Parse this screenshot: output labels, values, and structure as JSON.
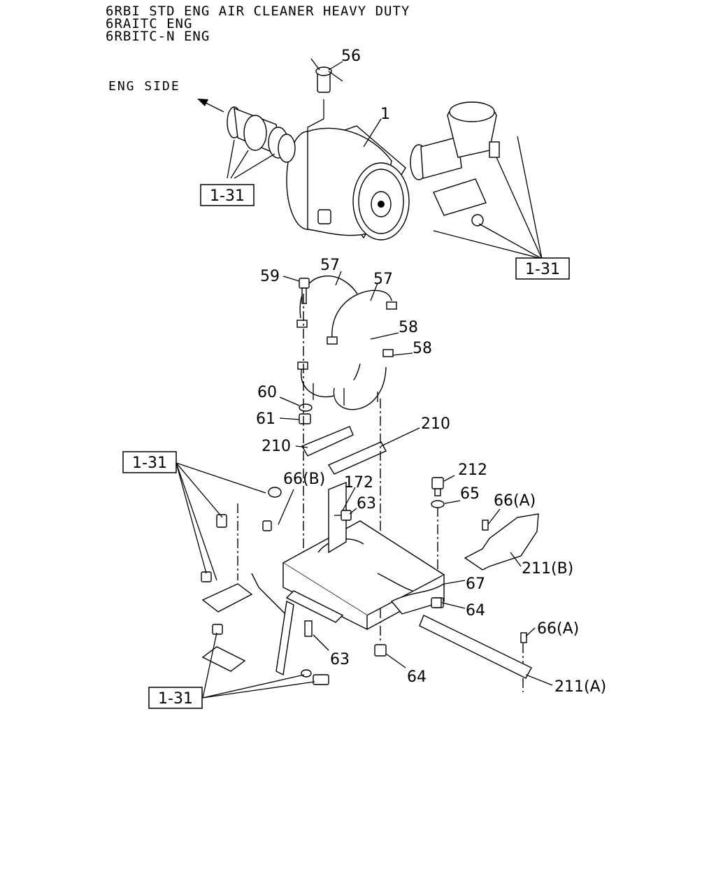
{
  "header": {
    "line1": "6RBI STD ENG AIR CLEANER HEAVY DUTY",
    "line2": "6RAITC ENG",
    "line3": "6RBITC-N ENG"
  },
  "direction_label": "ENG SIDE",
  "ref_boxes": [
    "1-31",
    "1-31",
    "1-31",
    "1-31"
  ],
  "callouts": {
    "c56": "56",
    "c1": "1",
    "c57a": "57",
    "c57b": "57",
    "c59": "59",
    "c58a": "58",
    "c58b": "58",
    "c60": "60",
    "c61": "61",
    "c210a": "210",
    "c210b": "210",
    "c66b": "66(B)",
    "c172": "172",
    "c63a": "63",
    "c212": "212",
    "c65": "65",
    "c66a1": "66(A)",
    "c211b": "211(B)",
    "c67": "67",
    "c64a": "64",
    "c66a2": "66(A)",
    "c63b": "63",
    "c64b": "64",
    "c211a": "211(A)"
  }
}
